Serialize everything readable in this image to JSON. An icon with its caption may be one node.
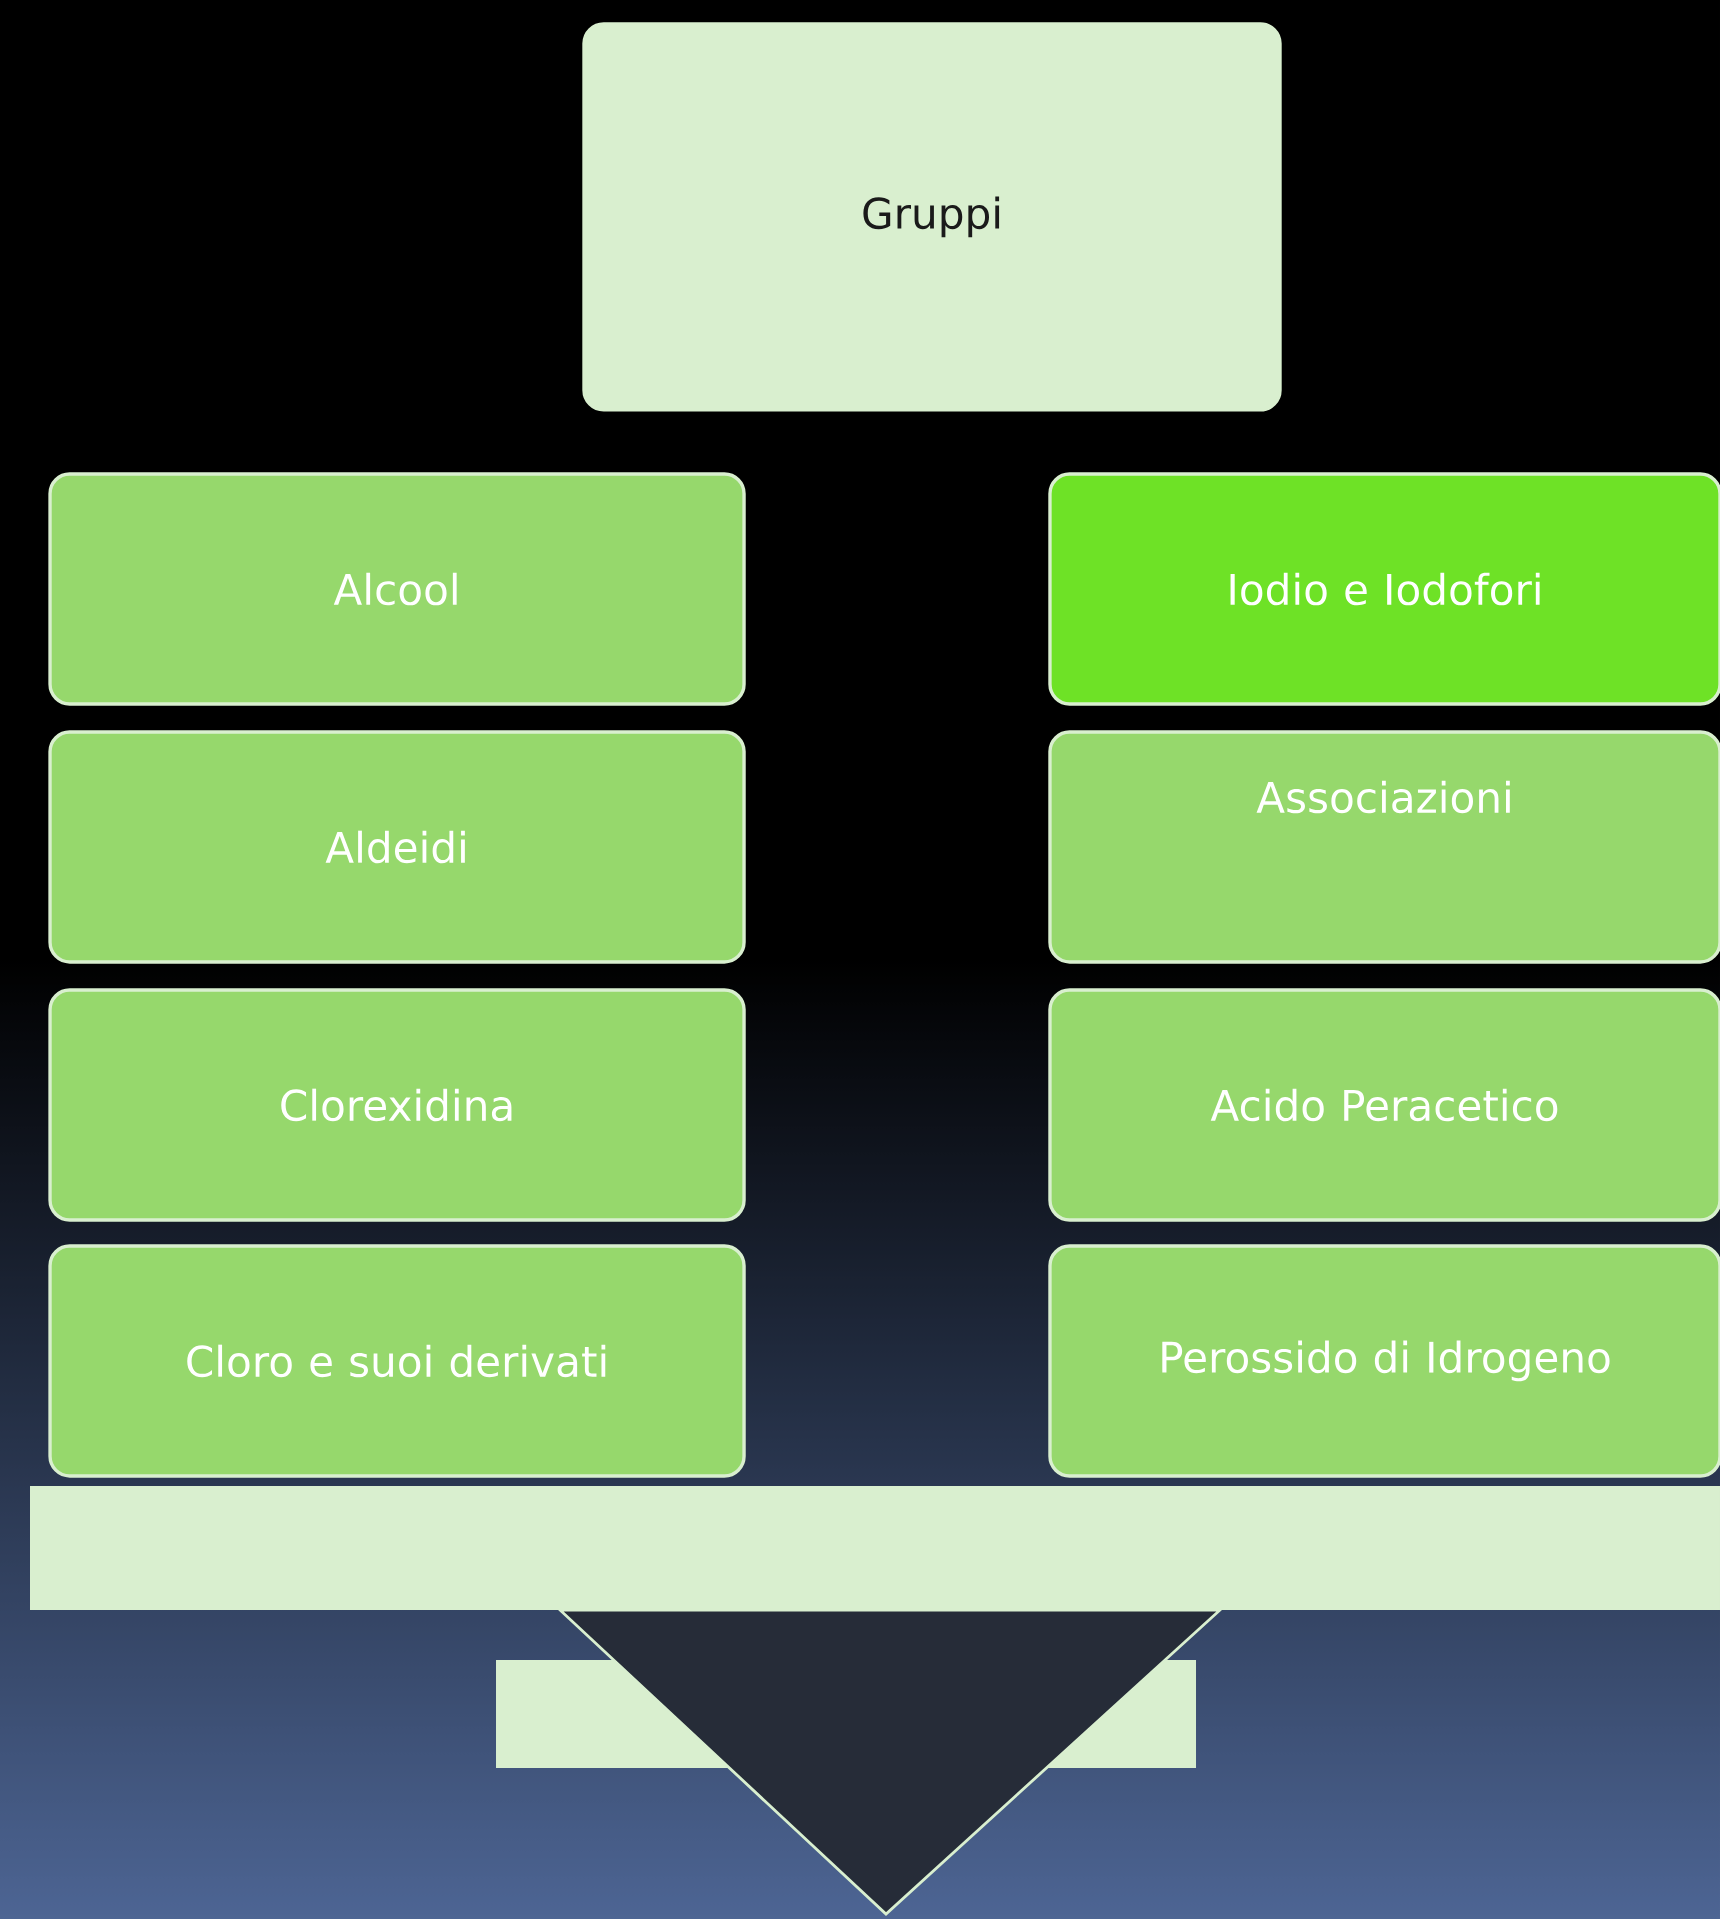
{
  "diagram": {
    "nodes": [
      {
        "text": [
          "Gruppi"
        ]
      },
      {
        "text": [
          "Alcool"
        ]
      },
      {
        "text": [
          "Iodio e Iodofori"
        ]
      },
      {
        "text": [
          "Aldeidi"
        ]
      },
      {
        "text": [
          "Associazioni"
        ]
      },
      {
        "text": [
          "Clorexidina"
        ]
      },
      {
        "text": [
          "Acido Peracetico"
        ]
      },
      {
        "text": [
          "Cloro e suoi derivati"
        ]
      },
      {
        "text": [
          "Perossido di Idrogeno"
        ]
      }
    ]
  }
}
